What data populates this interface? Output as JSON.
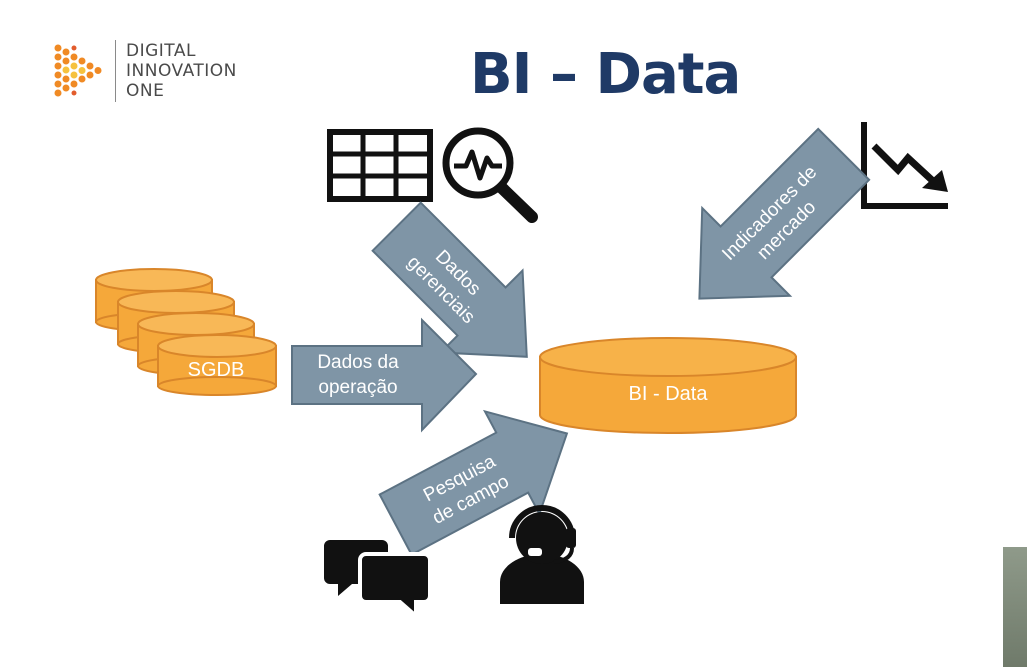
{
  "logo": {
    "line1": "DIGITAL",
    "line2": "INNOVATION",
    "line3": "ONE"
  },
  "title": "BI – Data",
  "nodes": {
    "sgdb": "SGDB",
    "bi_data": "BI - Data"
  },
  "arrows": {
    "dados_gerenciais": [
      "Dados",
      "gerenciais"
    ],
    "indicadores": [
      "Indicadores de",
      "mercado"
    ],
    "dados_operacao": [
      "Dados da",
      "operação"
    ],
    "pesquisa": [
      "Pesquisa",
      "de campo"
    ]
  },
  "colors": {
    "title": "#1f3a66",
    "arrow": "#7f95a6",
    "arrow_stroke": "#5c7283",
    "cylinder": "#f5a83a",
    "cylinder_stroke": "#d9862a",
    "icon": "#111111",
    "logo_accent": "#f08a24"
  },
  "icons": [
    "table-icon",
    "search-chart-icon",
    "declining-chart-icon",
    "chat-bubbles-icon",
    "call-center-agent-icon",
    "logo-icon"
  ]
}
